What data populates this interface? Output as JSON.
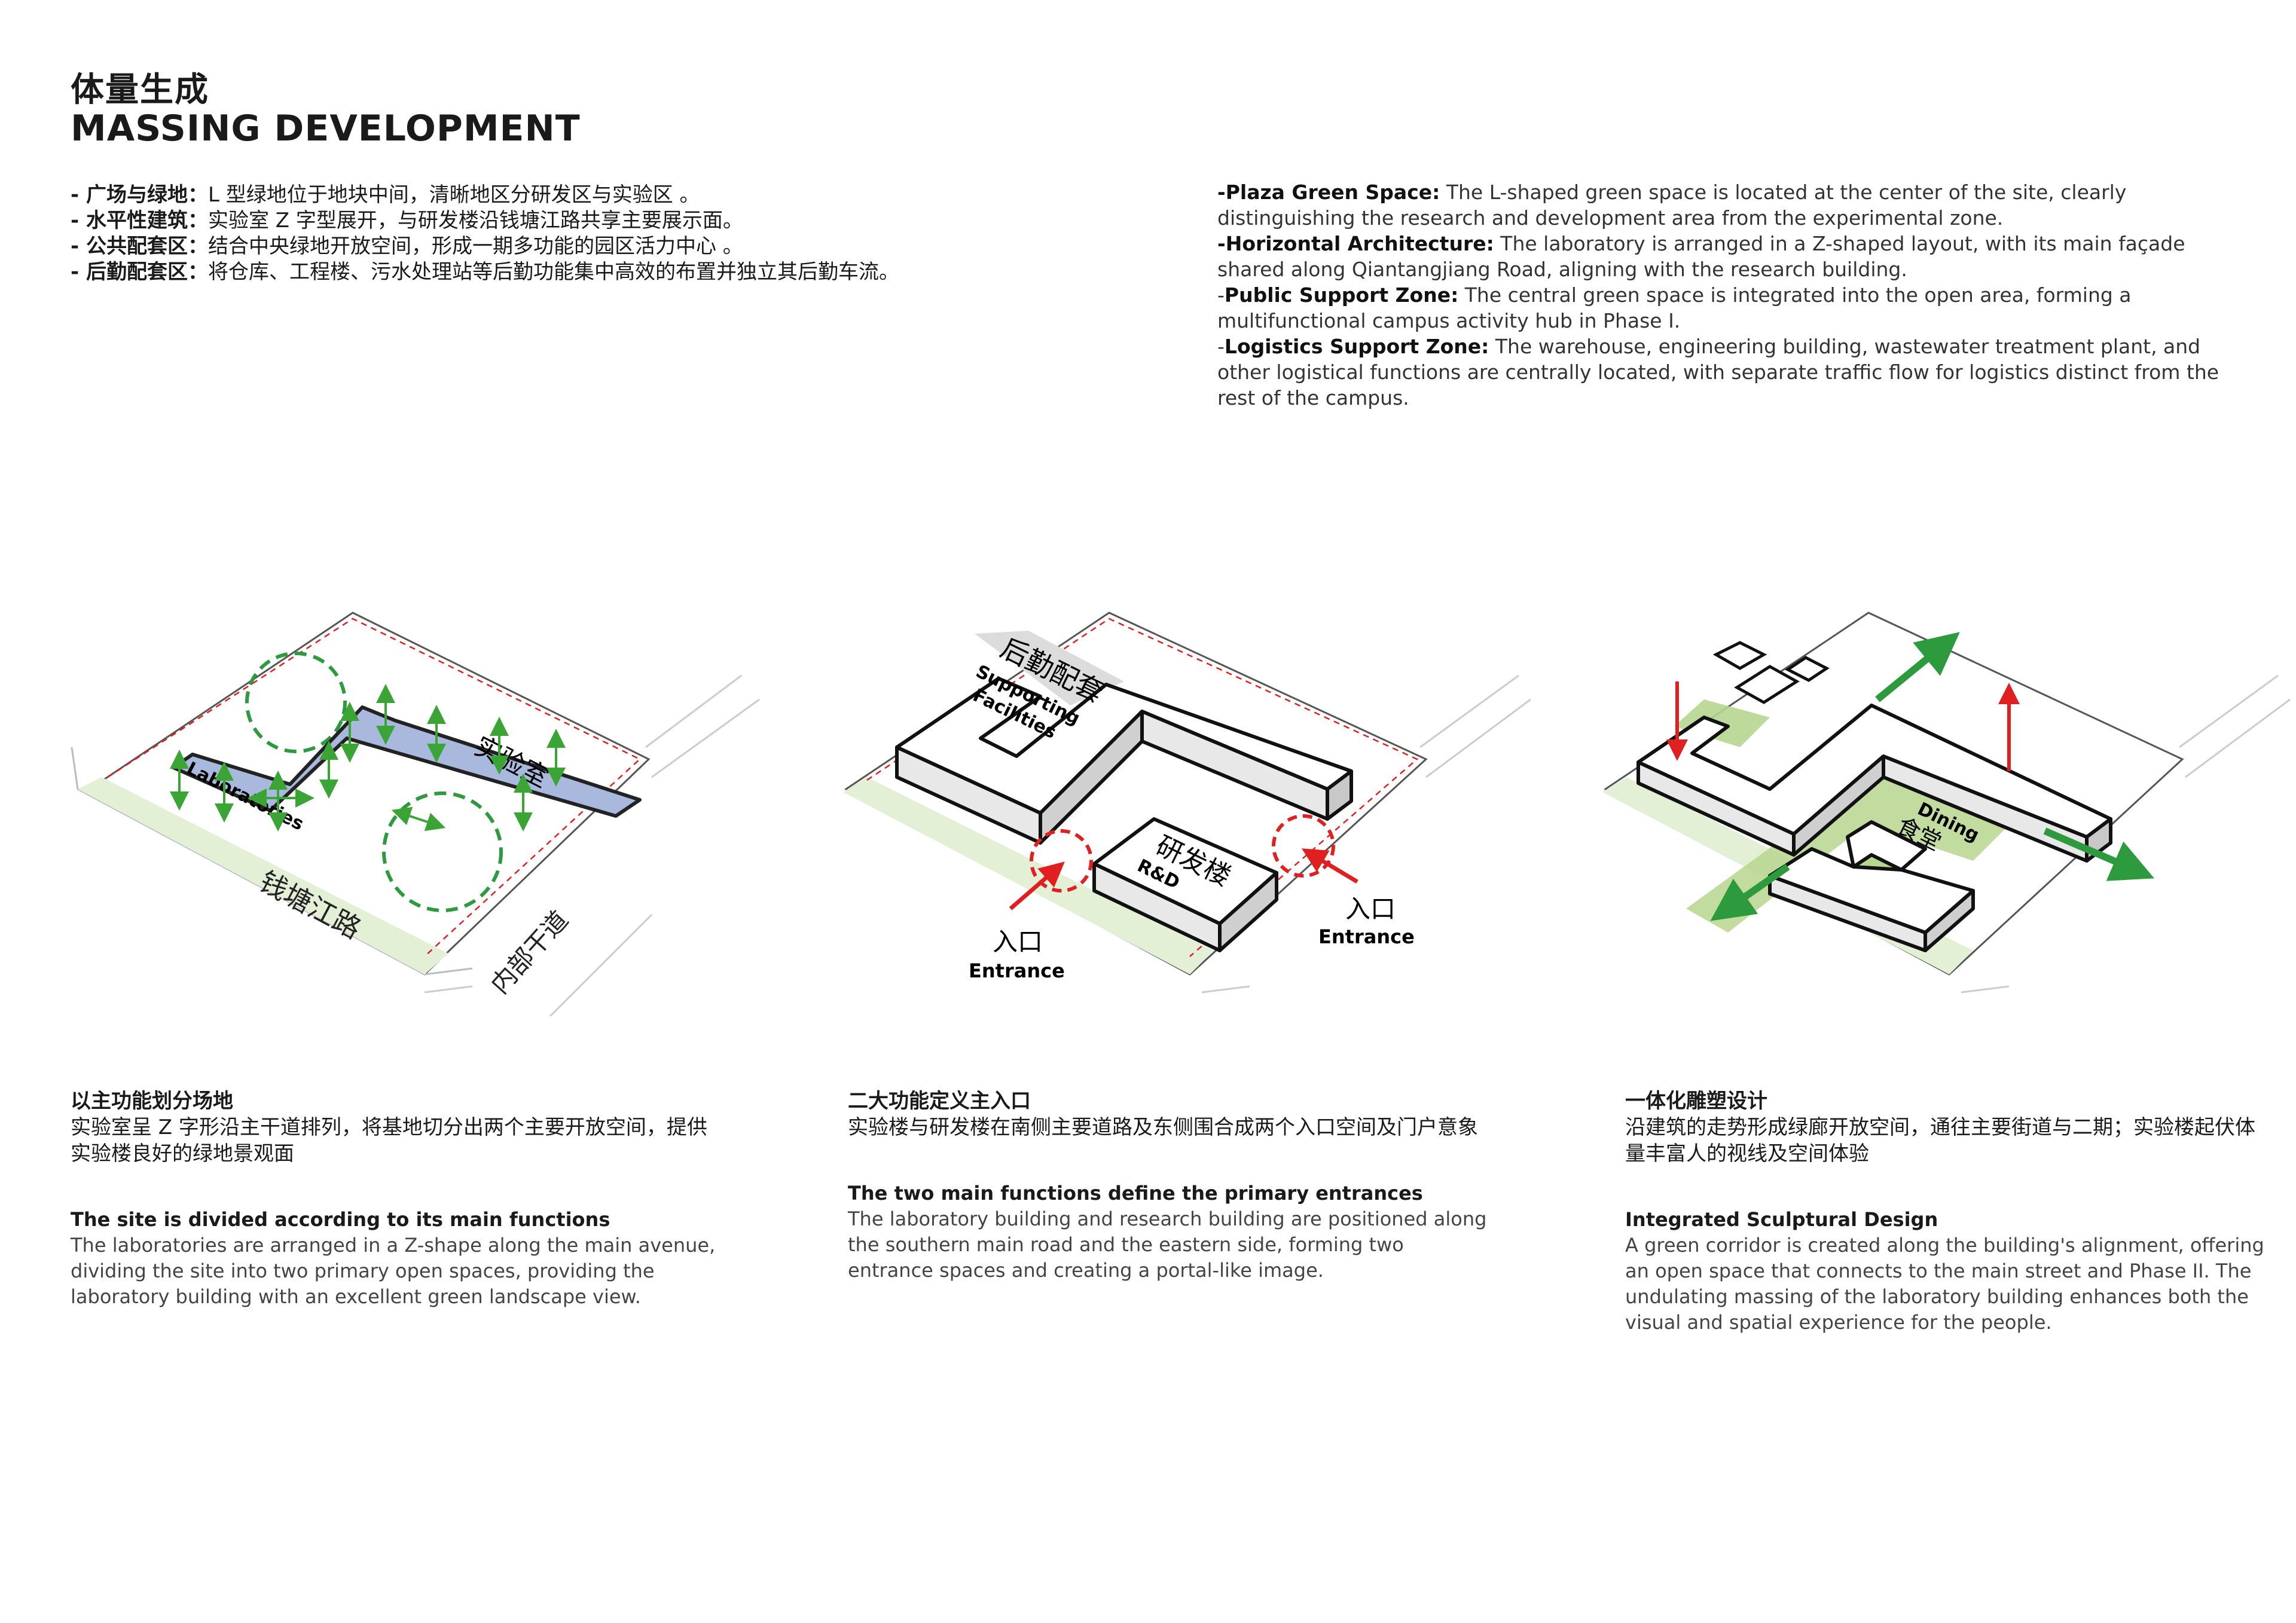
{
  "header": {
    "title_cn": "体量生成",
    "title_en": "MASSING DEVELOPMENT"
  },
  "cn_points": [
    {
      "label": "- 广场与绿地：",
      "text": "L 型绿地位于地块中间，清晰地区分研发区与实验区 。"
    },
    {
      "label": "- 水平性建筑：",
      "text": "实验室 Z 字型展开，与研发楼沿钱塘江路共享主要展示面。"
    },
    {
      "label": "- 公共配套区：",
      "text": "结合中央绿地开放空间，形成一期多功能的园区活力中心 。"
    },
    {
      "label": "- 后勤配套区：",
      "text": "将仓库、工程楼、污水处理站等后勤功能集中高效的布置并独立其后勤车流。"
    }
  ],
  "en_points": [
    {
      "label": "-Plaza Green Space:",
      "text": " The L-shaped green space is located at the center of the site, clearly distinguishing the research and development area from the experimental zone."
    },
    {
      "label": "-Horizontal Architecture:",
      "text": " The laboratory is arranged in a Z-shaped layout, with its main façade shared along Qiantangjiang Road, aligning with the research building."
    },
    {
      "label": "Public Support Zone:",
      "prefix": "-",
      "text": " The central green space is integrated into the open area, forming a multifunctional campus activity hub in Phase I."
    },
    {
      "label": "Logistics Support Zone:",
      "prefix": "-",
      "text": " The warehouse, engineering building, wastewater treatment plant, and other logistical functions are centrally located, with separate traffic flow for logistics distinct from the rest of the campus."
    }
  ],
  "diagram1": {
    "lab_label": "Laboratories",
    "lab_cn": "实验室",
    "road_main": "钱塘江路",
    "road_internal": "内部干道"
  },
  "diagram2": {
    "support_cn": "后勤配套",
    "support_en_1": "Supporting",
    "support_en_2": "Facilities",
    "rd_cn": "研发楼",
    "rd_en": "R&D",
    "entrance_cn": "入口",
    "entrance_en": "Entrance"
  },
  "diagram3": {
    "dining_en": "Dining",
    "dining_cn": "食堂"
  },
  "captions": [
    {
      "cn_h": "以主功能划分场地",
      "cn_b": "实验室呈 Z 字形沿主干道排列，将基地切分出两个主要开放空间，提供实验楼良好的绿地景观面",
      "en_h": "The site is divided according to its main functions",
      "en_b": "The laboratories are arranged in a Z-shape along the main avenue, dividing the site into two primary open spaces, providing the laboratory building with an excellent green landscape view."
    },
    {
      "cn_h": "二大功能定义主入口",
      "cn_b": "实验楼与研发楼在南侧主要道路及东侧围合成两个入口空间及门户意象",
      "en_h": "The two main functions define the primary entrances",
      "en_b": "The laboratory building and research building are positioned along the southern main road and the eastern side, forming two entrance spaces and creating a portal-like image."
    },
    {
      "cn_h": "一体化雕塑设计",
      "cn_b": "沿建筑的走势形成绿廊开放空间，通往主要街道与二期；实验楼起伏体量丰富人的视线及空间体验",
      "en_h": "Integrated Sculptural Design",
      "en_b": "A green corridor is created along the building's alignment, offering an open space that connects to the main street and Phase II. The undulating massing of the laboratory building enhances both the visual and spatial experience for the people."
    }
  ],
  "colors": {
    "green_dash": "#2e9a3e",
    "green_arrow": "#3aa535",
    "lab_blue": "#a9b8dd",
    "red": "#e02020",
    "site_green": "#e4f0d6",
    "corridor_green": "#b7d68f"
  }
}
